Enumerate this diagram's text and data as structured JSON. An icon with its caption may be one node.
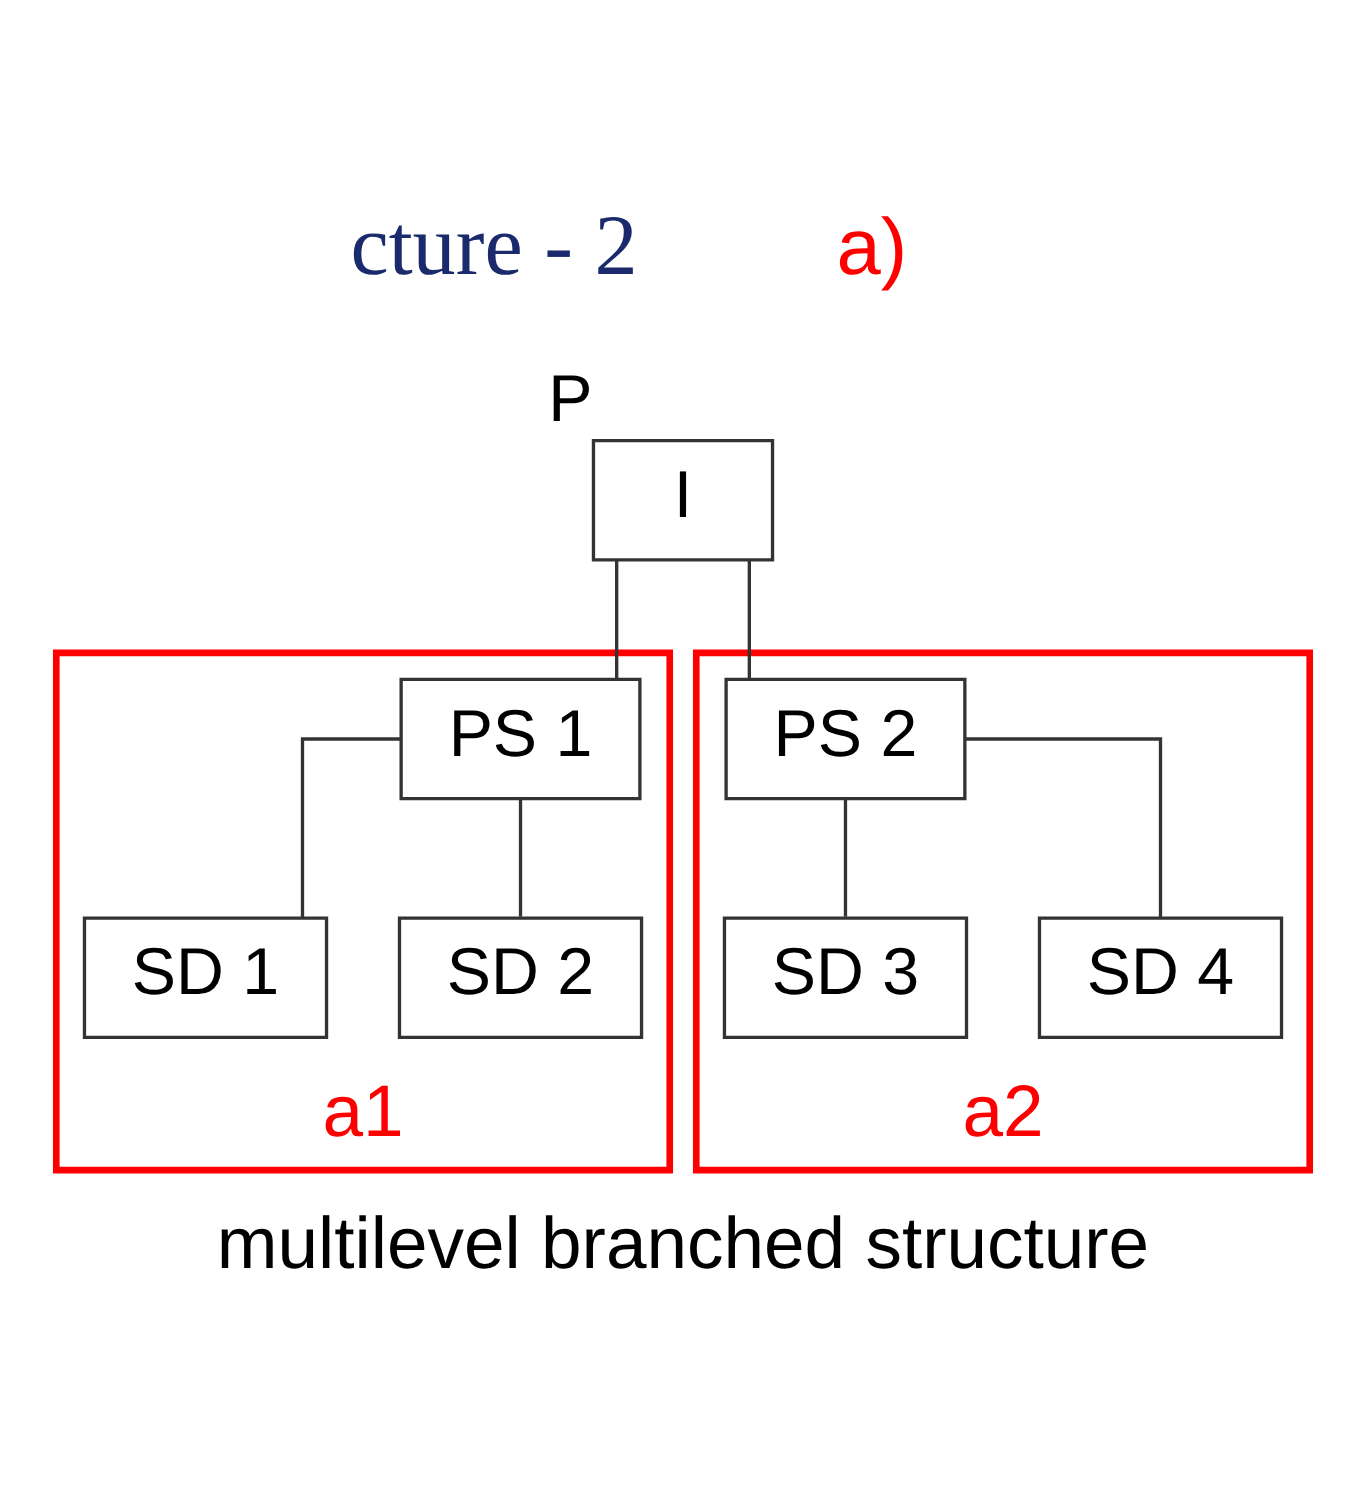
{
  "diagram": {
    "title": "cture - 2",
    "caption": "multilevel branched structure",
    "nodes": [
      {
        "text": [
          "I"
        ],
        "beside": [
          "P"
        ]
      },
      {
        "text": [
          "a1"
        ]
      },
      {
        "text": [
          "PS 1"
        ],
        "in": 1
      },
      {
        "text": [
          "SD 1"
        ],
        "in": 1
      },
      {
        "text": [
          "SD 2"
        ],
        "in": 1
      },
      {
        "text": [
          "a2"
        ]
      },
      {
        "text": [
          "PS 2"
        ],
        "in": 5
      },
      {
        "text": [
          "SD 3"
        ],
        "in": 5
      },
      {
        "text": [
          "SD 4"
        ],
        "in": 5
      }
    ],
    "edges": [
      {
        "from": 0,
        "to": 2,
        "arrow": "none"
      },
      {
        "from": 0,
        "to": 6,
        "arrow": "none"
      },
      {
        "from": 2,
        "to": 3,
        "arrow": "none"
      },
      {
        "from": 2,
        "to": 4,
        "arrow": "none"
      },
      {
        "from": 6,
        "to": 7,
        "arrow": "none"
      },
      {
        "from": 6,
        "to": 8,
        "arrow": "none"
      }
    ],
    "labels": [
      "a)"
    ]
  }
}
